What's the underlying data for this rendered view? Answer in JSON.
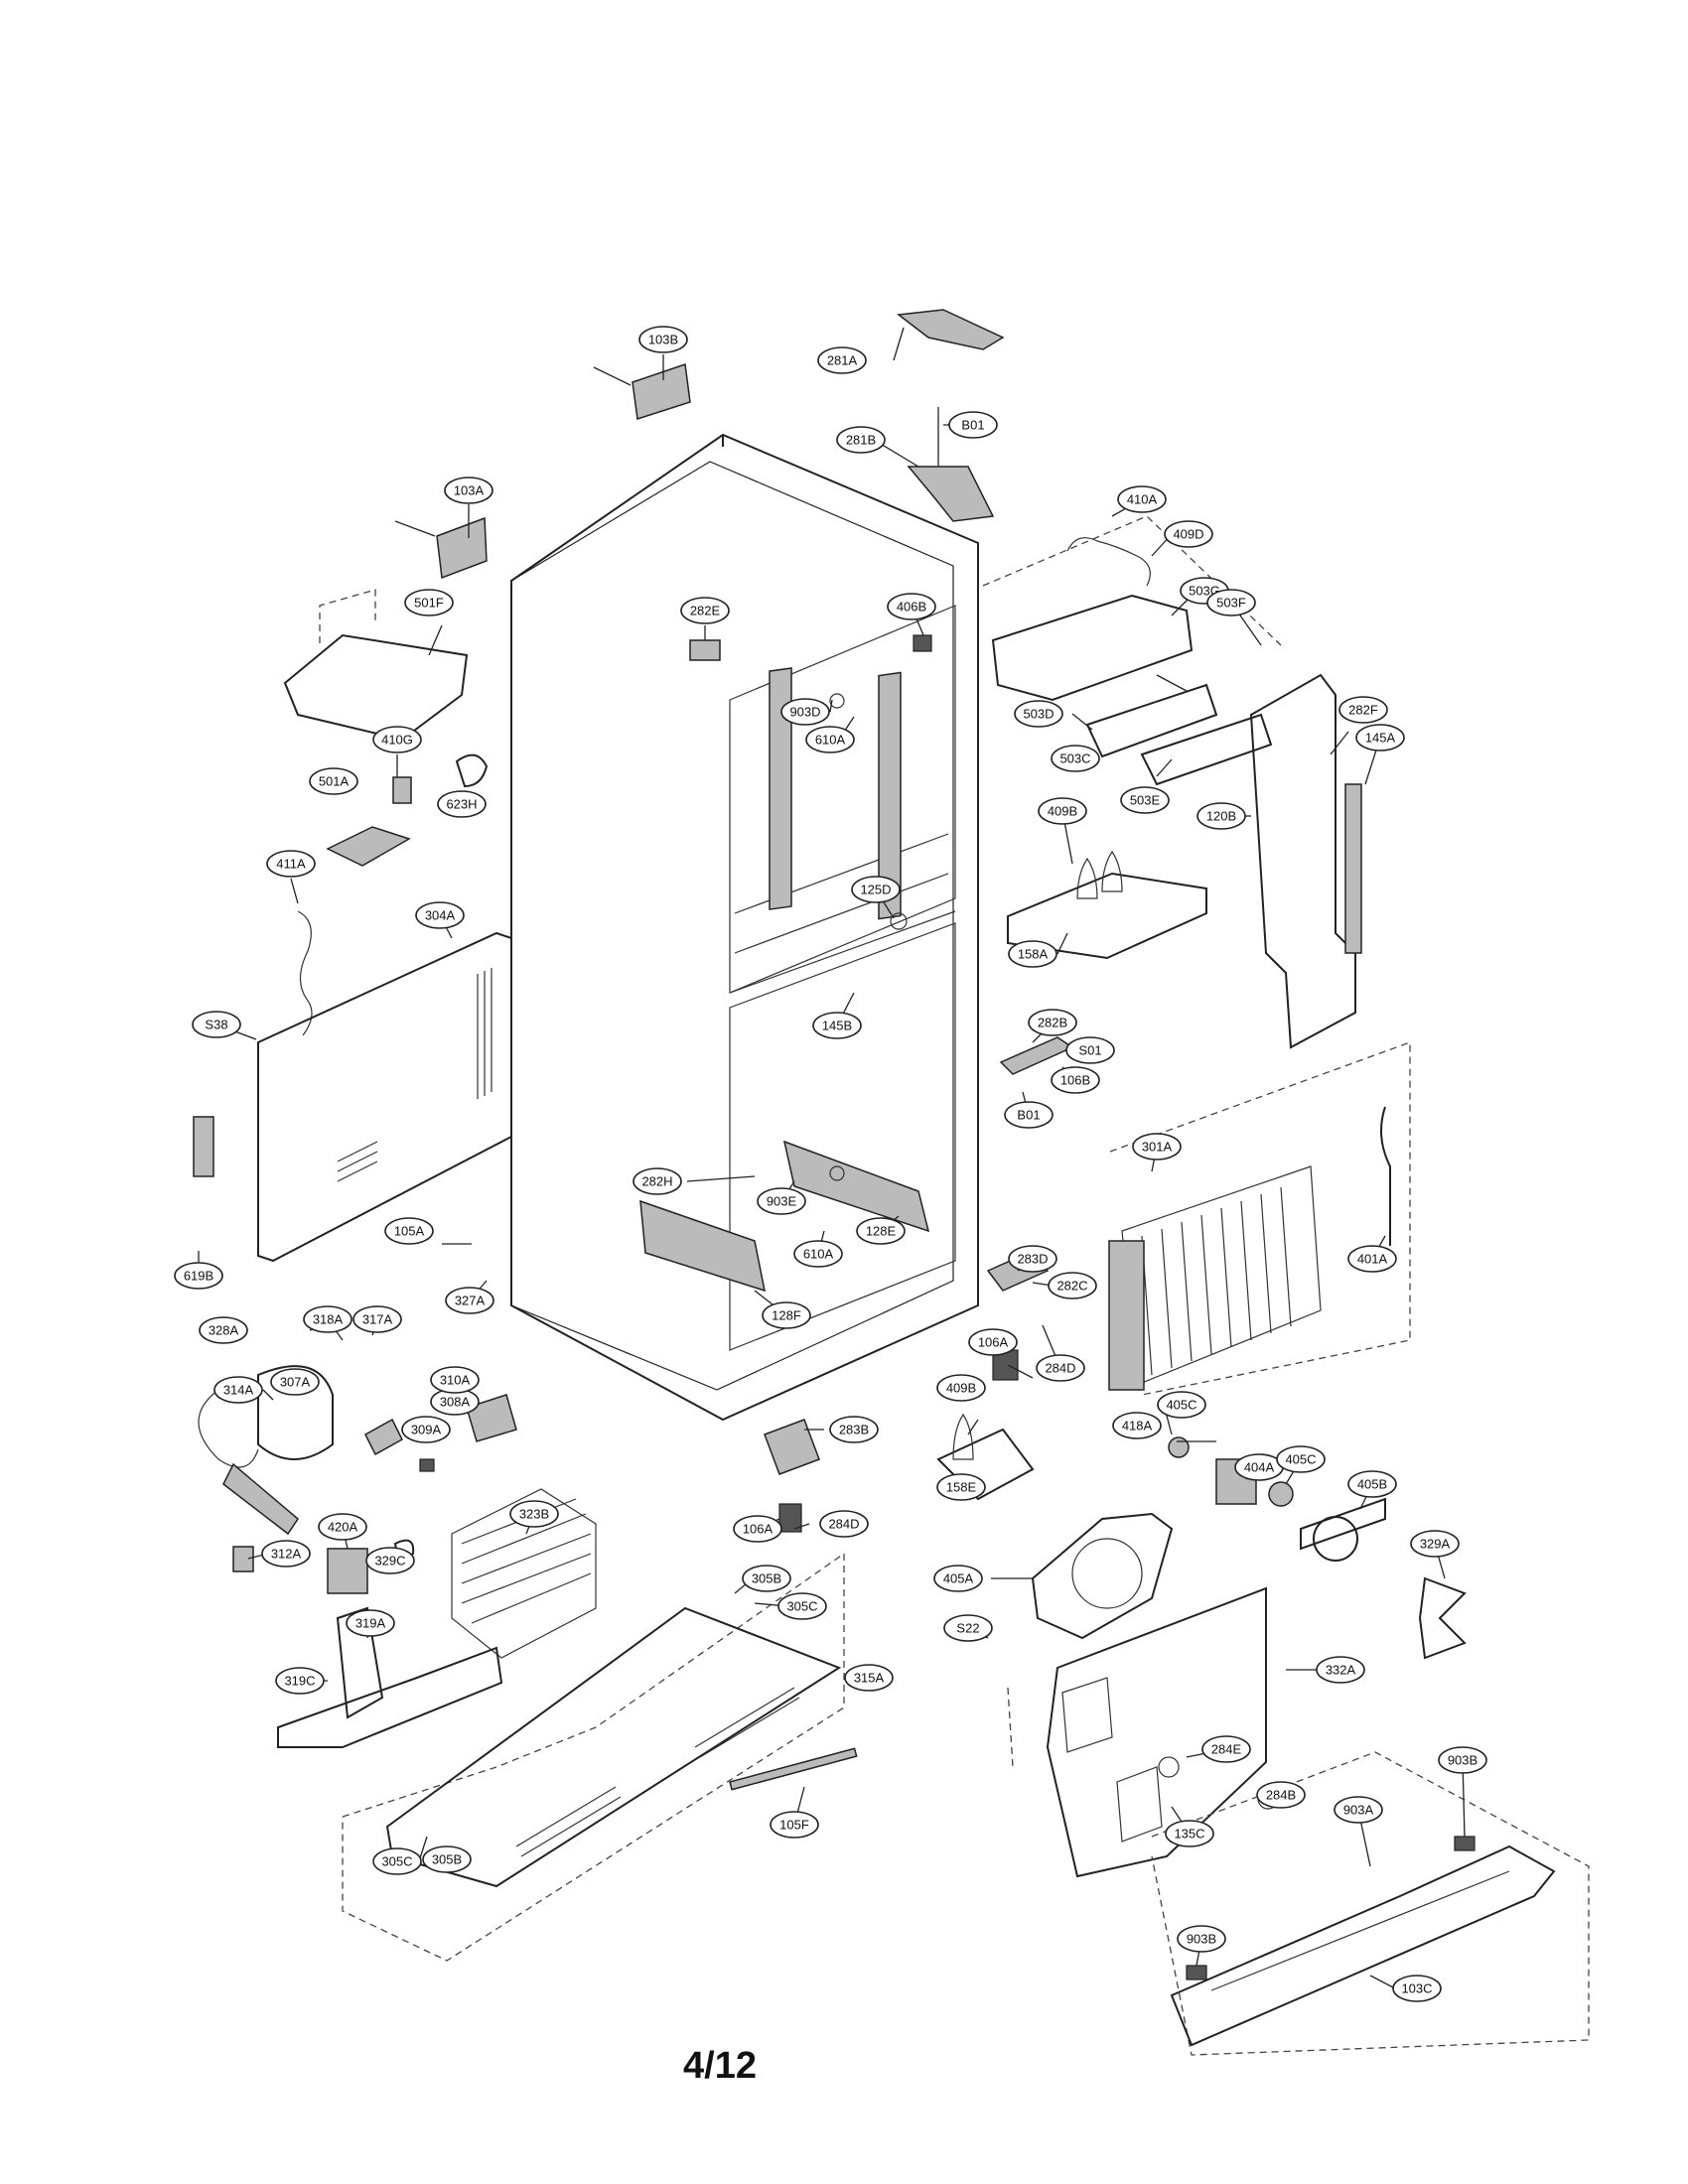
{
  "page_number": "4/12",
  "parts": [
    {
      "id": "103B"
    },
    {
      "id": "281A"
    },
    {
      "id": "B01"
    },
    {
      "id": "281B"
    },
    {
      "id": "103A"
    },
    {
      "id": "410A"
    },
    {
      "id": "409D"
    },
    {
      "id": "406B"
    },
    {
      "id": "282E"
    },
    {
      "id": "501F"
    },
    {
      "id": "503G"
    },
    {
      "id": "503F"
    },
    {
      "id": "410G"
    },
    {
      "id": "903D"
    },
    {
      "id": "610A"
    },
    {
      "id": "503D"
    },
    {
      "id": "282F"
    },
    {
      "id": "503C"
    },
    {
      "id": "623H"
    },
    {
      "id": "501A"
    },
    {
      "id": "503E"
    },
    {
      "id": "145A"
    },
    {
      "id": "409B"
    },
    {
      "id": "120B"
    },
    {
      "id": "411A"
    },
    {
      "id": "304A"
    },
    {
      "id": "125D"
    },
    {
      "id": "158A"
    },
    {
      "id": "S38"
    },
    {
      "id": "145B"
    },
    {
      "id": "282B"
    },
    {
      "id": "S01"
    },
    {
      "id": "106B"
    },
    {
      "id": "B01"
    },
    {
      "id": "301A"
    },
    {
      "id": "282H"
    },
    {
      "id": "903E"
    },
    {
      "id": "610A"
    },
    {
      "id": "128E"
    },
    {
      "id": "619B"
    },
    {
      "id": "105A"
    },
    {
      "id": "327A"
    },
    {
      "id": "283D"
    },
    {
      "id": "401A"
    },
    {
      "id": "282C"
    },
    {
      "id": "128F"
    },
    {
      "id": "318A"
    },
    {
      "id": "317A"
    },
    {
      "id": "328A"
    },
    {
      "id": "106A"
    },
    {
      "id": "284D"
    },
    {
      "id": "307A"
    },
    {
      "id": "314A"
    },
    {
      "id": "308A"
    },
    {
      "id": "310A"
    },
    {
      "id": "409B"
    },
    {
      "id": "283B"
    },
    {
      "id": "418A"
    },
    {
      "id": "405C"
    },
    {
      "id": "309A"
    },
    {
      "id": "404A"
    },
    {
      "id": "405C"
    },
    {
      "id": "405B"
    },
    {
      "id": "323B"
    },
    {
      "id": "158E"
    },
    {
      "id": "284D"
    },
    {
      "id": "106A"
    },
    {
      "id": "420A"
    },
    {
      "id": "329A"
    },
    {
      "id": "312A"
    },
    {
      "id": "329C"
    },
    {
      "id": "305B"
    },
    {
      "id": "405A"
    },
    {
      "id": "305C"
    },
    {
      "id": "319A"
    },
    {
      "id": "S22"
    },
    {
      "id": "319C"
    },
    {
      "id": "315A"
    },
    {
      "id": "332A"
    },
    {
      "id": "284E"
    },
    {
      "id": "903B"
    },
    {
      "id": "284B"
    },
    {
      "id": "105F"
    },
    {
      "id": "903A"
    },
    {
      "id": "135C"
    },
    {
      "id": "305C"
    },
    {
      "id": "305B"
    },
    {
      "id": "903B"
    },
    {
      "id": "103C"
    }
  ]
}
